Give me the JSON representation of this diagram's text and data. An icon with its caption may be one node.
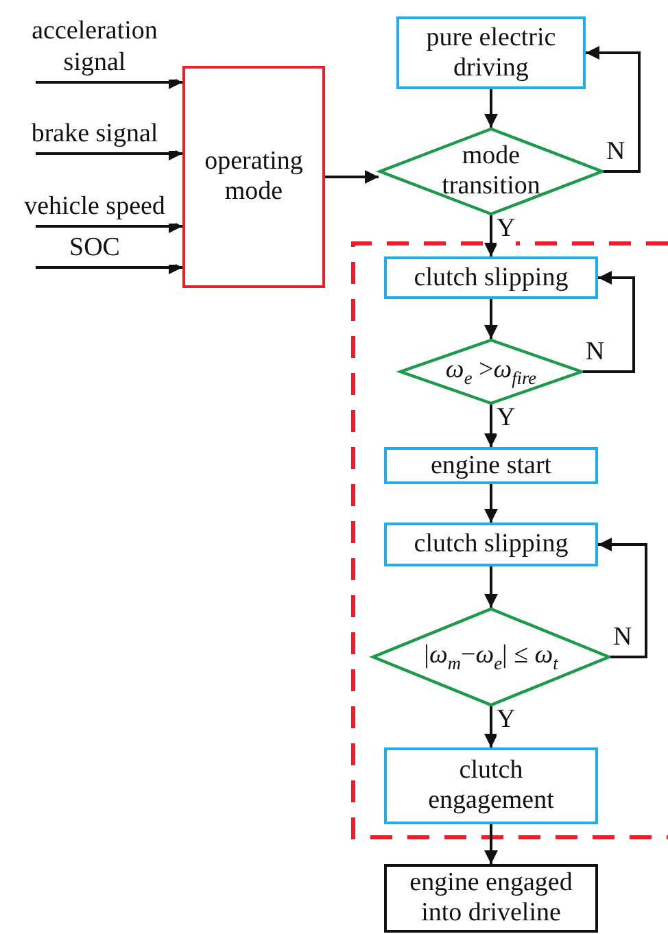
{
  "diagram": {
    "nodes": [
      {
        "text": [
          "operating mode"
        ]
      },
      {
        "text": [
          "pure electric driving"
        ]
      },
      {
        "text": [
          "mode transition"
        ]
      },
      {
        "text": [],
        "shape": "box"
      },
      {
        "text": [
          "clutch slipping"
        ],
        "in": 3
      },
      {
        "text": [
          "*ω*$_{e}$ >*ω*$_{fire}$"
        ],
        "in": 3
      },
      {
        "text": [
          "engine start"
        ],
        "in": 3
      },
      {
        "text": [
          "clutch slipping"
        ],
        "in": 3
      },
      {
        "text": [
          "|*ω*$_{m}$−*ω*$_{e}$| ≤ *ω*$_{t}$"
        ],
        "in": 3
      },
      {
        "text": [
          "clutch engagement"
        ],
        "in": 3
      },
      {
        "text": [
          "engine engaged into driveline"
        ]
      }
    ],
    "edges": [
      {
        "from": null,
        "to": 0,
        "arrow": "to",
        "label": "acceleration signal"
      },
      {
        "from": null,
        "to": 0,
        "arrow": "to",
        "label": "brake signal"
      },
      {
        "from": null,
        "to": 0,
        "arrow": "to",
        "label": "vehicle speed"
      },
      {
        "from": null,
        "to": 0,
        "arrow": "to",
        "label": "SOC"
      },
      {
        "from": 0,
        "to": 2,
        "arrow": "to"
      },
      {
        "from": 1,
        "to": 2,
        "arrow": "to"
      },
      {
        "from": 2,
        "to": 1,
        "arrow": "to",
        "label": "N"
      },
      {
        "from": 2,
        "to": 4,
        "arrow": "to",
        "label": "Y"
      },
      {
        "from": 4,
        "to": 5,
        "arrow": "to"
      },
      {
        "from": 5,
        "to": 4,
        "arrow": "to",
        "label": "N"
      },
      {
        "from": 5,
        "to": 6,
        "arrow": "to",
        "label": "Y"
      },
      {
        "from": 6,
        "to": 7,
        "arrow": "to"
      },
      {
        "from": 7,
        "to": 8,
        "arrow": "to"
      },
      {
        "from": 8,
        "to": 7,
        "arrow": "to",
        "label": "N"
      },
      {
        "from": 8,
        "to": 9,
        "arrow": "to",
        "label": "Y"
      },
      {
        "from": 9,
        "to": 10,
        "arrow": "to"
      }
    ]
  }
}
